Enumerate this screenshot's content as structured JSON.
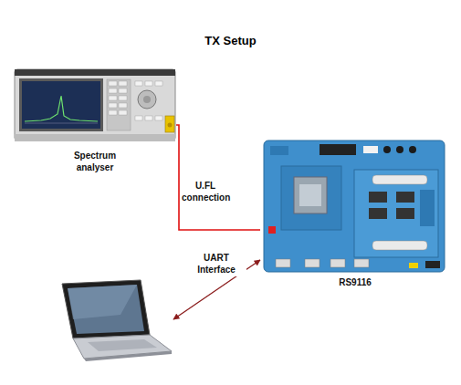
{
  "diagram": {
    "title": "TX Setup",
    "nodes": [
      {
        "text": [
          "Spectrum analyser"
        ]
      },
      {
        "text": [
          "RS9116"
        ]
      },
      {
        "text": []
      }
    ],
    "edges": [
      {
        "from": 0,
        "to": 1,
        "label": "U.FL connection",
        "arrow": "none"
      },
      {
        "from": 1,
        "to": 2,
        "label": "UART Interface",
        "arrow": "both"
      }
    ]
  }
}
